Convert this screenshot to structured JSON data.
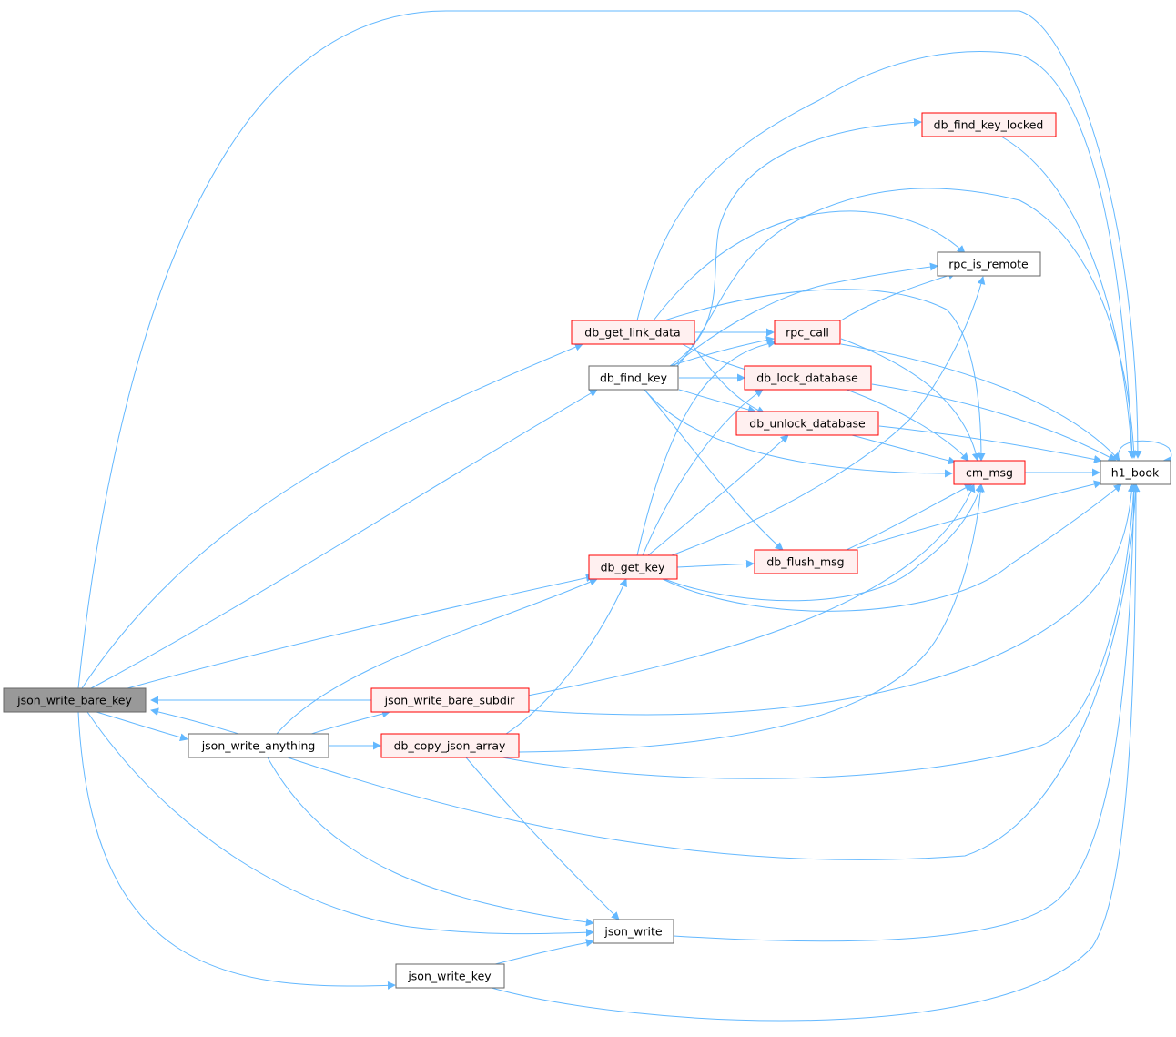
{
  "graph": {
    "colors": {
      "edge": "#63b8ff",
      "root_fill": "#999999",
      "root_border": "#666666",
      "plain_fill": "#ffffff",
      "plain_border": "#666666",
      "red_fill": "#fff0f0",
      "red_border": "#ff0000"
    },
    "nodes": {
      "json_write_bare_key": "json_write_bare_key",
      "json_write_anything": "json_write_anything",
      "json_write_bare_subdir": "json_write_bare_subdir",
      "db_copy_json_array": "db_copy_json_array",
      "db_get_link_data": "db_get_link_data",
      "db_find_key": "db_find_key",
      "db_get_key": "db_get_key",
      "json_write": "json_write",
      "json_write_key": "json_write_key",
      "rpc_call": "rpc_call",
      "db_lock_database": "db_lock_database",
      "db_unlock_database": "db_unlock_database",
      "db_flush_msg": "db_flush_msg",
      "db_find_key_locked": "db_find_key_locked",
      "rpc_is_remote": "rpc_is_remote",
      "cm_msg": "cm_msg",
      "h1_book": "h1_book"
    }
  }
}
